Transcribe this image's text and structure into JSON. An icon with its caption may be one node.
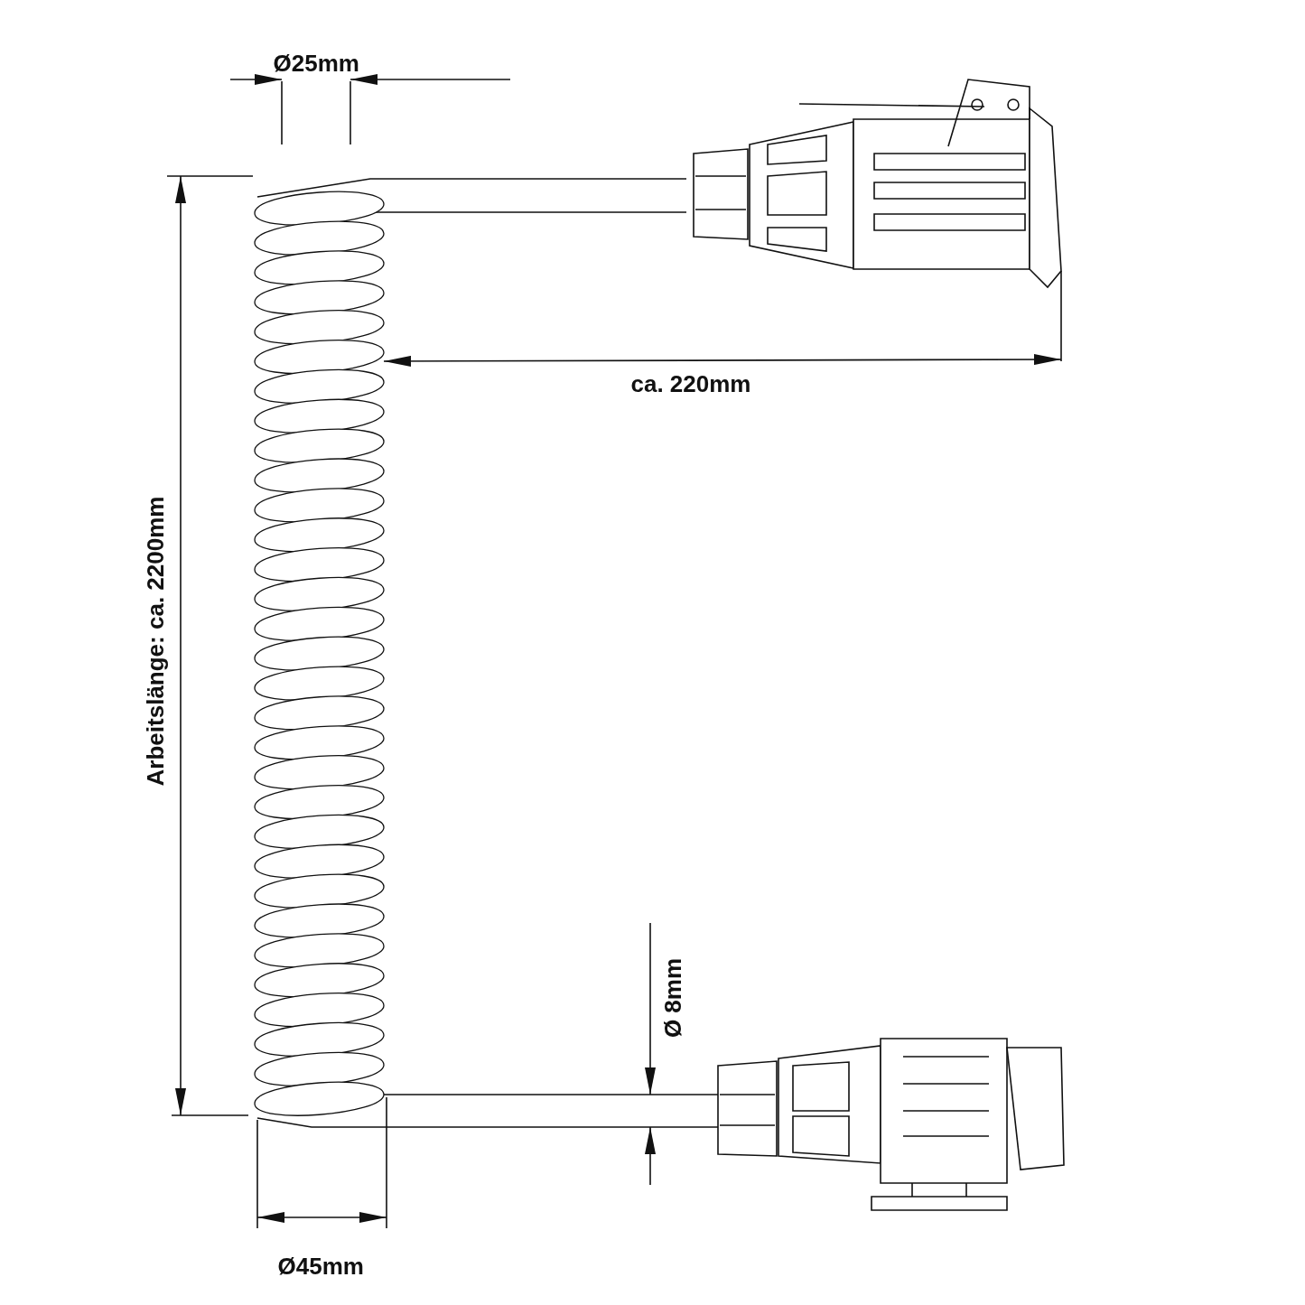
{
  "diagram": {
    "labels": [
      "Ø25mm",
      "ca. 220mm",
      "Arbeitslänge: ca. 2200mm",
      "Ø 8mm",
      "Ø45mm"
    ]
  }
}
